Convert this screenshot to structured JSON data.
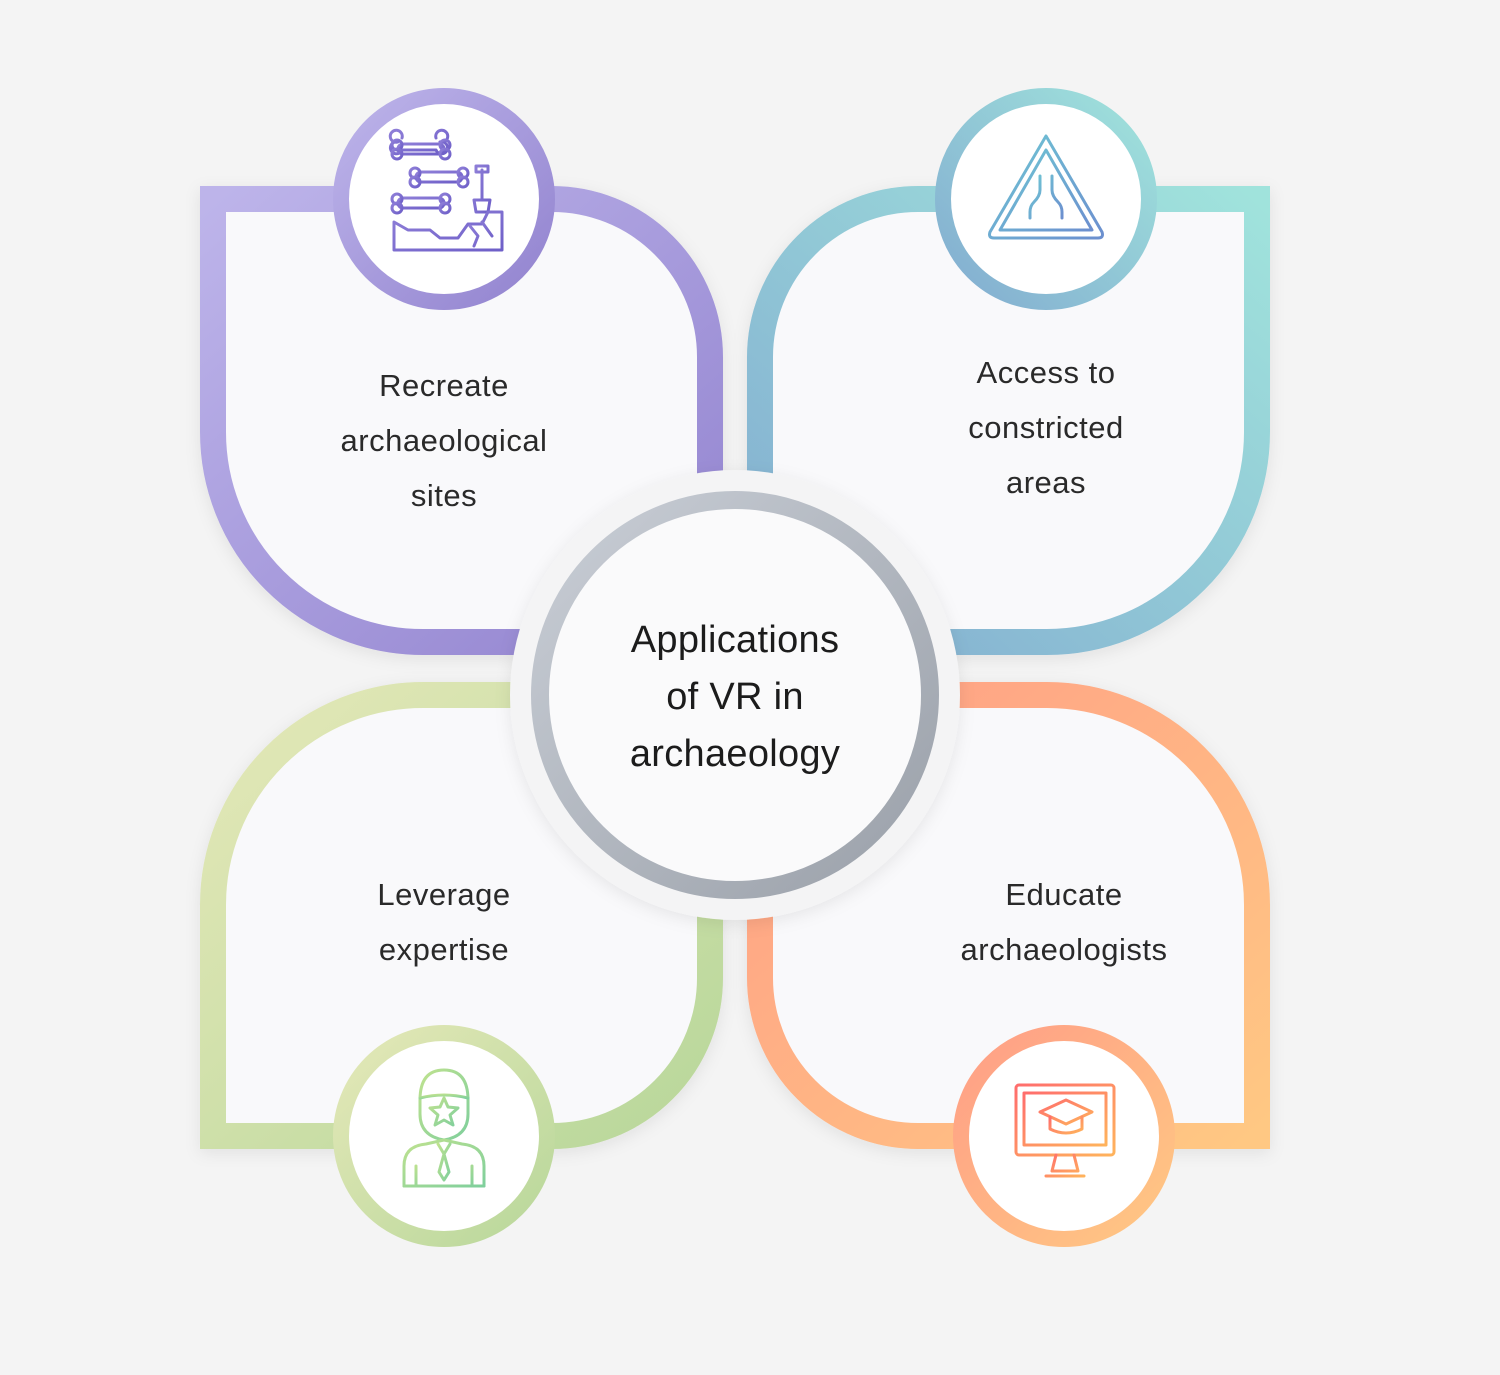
{
  "center": {
    "title_lines": [
      "Applications",
      "of VR in",
      "archaeology"
    ],
    "ring_color": "#a9afb7"
  },
  "items": [
    {
      "lines": [
        "Recreate",
        "archaeological",
        "sites"
      ],
      "icon": "excavation-bones-icon",
      "color_a": "#b7aee6",
      "color_b": "#9384cf"
    },
    {
      "lines": [
        "Access to",
        "constricted",
        "areas"
      ],
      "icon": "road-narrows-warning-icon",
      "color_a": "#9bdfdc",
      "color_b": "#86b3d0"
    },
    {
      "lines": [
        "Leverage",
        "expertise"
      ],
      "icon": "expert-person-icon",
      "color_a": "#e3e8a4",
      "color_b": "#9ccf7a"
    },
    {
      "lines": [
        "Educate",
        "archaeologists"
      ],
      "icon": "online-education-monitor-icon",
      "color_a": "#ffa28a",
      "color_b": "#ffc07a"
    }
  ]
}
